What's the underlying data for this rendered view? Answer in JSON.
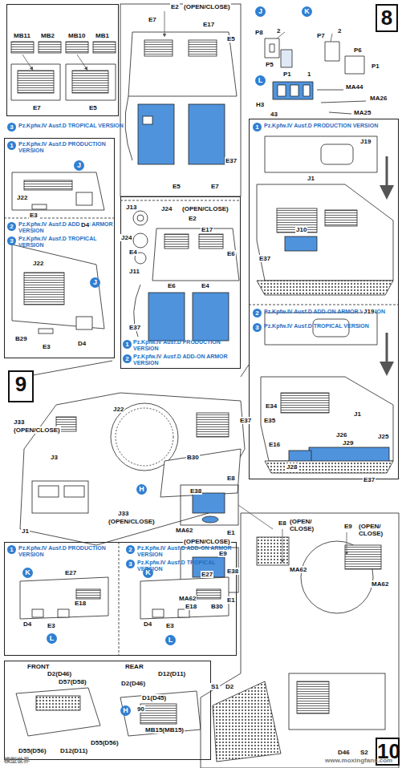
{
  "diagram": {
    "nodes": [
      {
        "text": [
          "3",
          "Pz.Kpfw.IV Ausf.D TROPICAL VERSION"
        ]
      },
      {
        "text": [
          "1",
          "Pz.Kpfw.IV Ausf.D PRODUCTION VERSION",
          "2",
          "Pz.Kpfw.IV Ausf.D ADD-ON ARMOR VERSION"
        ]
      },
      {
        "text": [
          "8"
        ]
      },
      {
        "text": [
          "1",
          "Pz.Kpfw.IV Ausf.D PRODUCTION VERSION",
          "2",
          "Pz.Kpfw.IV Ausf.D ADD-ON ARMOR VERSION",
          "3",
          "Pz.Kpfw.IV Ausf.D TROPICAL VERSION"
        ]
      },
      {
        "text": [
          "1",
          "Pz.Kpfw.IV Ausf.D PRODUCTION VERSION",
          "2",
          "Pz.Kpfw.IV Ausf.D ADD-ON ARMOR VERSION",
          "3",
          "Pz.Kpfw.IV Ausf.D TROPICAL VERSION"
        ]
      },
      {
        "text": [
          "9"
        ]
      },
      {
        "text": [
          "1",
          "Pz.Kpfw.IV Ausf.D PRODUCTION VERSION",
          "2",
          "Pz.Kpfw.IV Ausf.D ADD-ON ARMOR VERSION",
          "3",
          "Pz.Kpfw.IV Ausf.D TROPICAL VERSION"
        ]
      },
      {
        "text": [
          "FRONT",
          "REAR"
        ]
      },
      {
        "text": [
          "10"
        ]
      }
    ],
    "labels": [
      "MB11",
      "MB2",
      "MB10",
      "MB1",
      "E7",
      "E5",
      "E2",
      "(OPEN/CLOSE)",
      "E7",
      "E17",
      "E5",
      "E37",
      "E5",
      "E7",
      "J13",
      "J24",
      "(OPEN/CLOSE)",
      "E2",
      "E17",
      "J24",
      "E4",
      "J11",
      "E6",
      "E6",
      "E4",
      "E37",
      "J",
      "P8",
      "2",
      "P5",
      "P1",
      "1",
      "K",
      "P7",
      "2",
      "P6",
      "P1",
      "L",
      "H3",
      "43",
      "MA44",
      "MA26",
      "MA25",
      "J19",
      "J1",
      "J10",
      "E37",
      "J19",
      "E34",
      "E35",
      "J1",
      "E16",
      "J26",
      "J29",
      "J25",
      "J28",
      "E37",
      "J",
      "J22",
      "E3",
      "D4",
      "J22",
      "J",
      "B29",
      "E3",
      "D4",
      "J22",
      "E37",
      "J33",
      "(OPEN/CLOSE)",
      "J3",
      "B30",
      "H",
      "J33",
      "(OPEN/CLOSE)",
      "J1",
      "E8",
      "E38",
      "MA62",
      "E1",
      "(OPEN/CLOSE)",
      "E9",
      "E38",
      "MA62",
      "E1",
      "K",
      "E27",
      "E18",
      "D4",
      "E3",
      "L",
      "K",
      "E27",
      "B30",
      "E18",
      "D4",
      "E3",
      "L",
      "D2(D46)",
      "D57(D58)",
      "D55(D56)",
      "D12(D11)",
      "D12(D11)",
      "D2(D46)",
      "D1(D45)",
      "H",
      "90",
      "MB15(MB15)",
      "D55(D56)",
      "E8",
      "(OPEN/ CLOSE)",
      "E9",
      "(OPEN/ CLOSE)",
      "MA62",
      "MA62",
      "S1",
      "D2",
      "D46",
      "S2",
      "模型世界",
      "www.moxingfans.com"
    ]
  }
}
